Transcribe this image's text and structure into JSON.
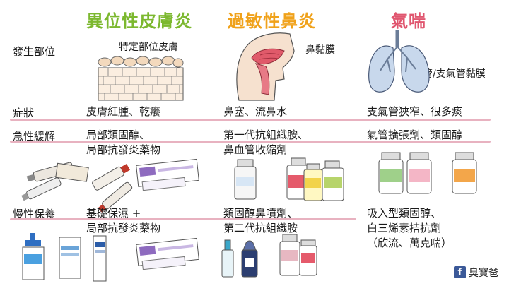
{
  "columns": [
    {
      "title": "異位性皮膚炎",
      "color": "#7cb82f"
    },
    {
      "title": "過敏性鼻炎",
      "color": "#f0a21b"
    },
    {
      "title": "氣喘",
      "color": "#e0566f"
    }
  ],
  "rows": {
    "site": {
      "label": "發生部位",
      "c1": "特定部位皮膚",
      "c2": "鼻黏膜",
      "c3": "氣管/支氣管黏膜"
    },
    "symptom": {
      "label": "症狀",
      "c1": "皮膚紅腫、乾癢",
      "c2": "鼻塞、流鼻水",
      "c3": "支氣管狹窄、很多痰"
    },
    "acute": {
      "label": "急性緩解",
      "c1": [
        "局部類固醇、",
        "局部抗發炎藥物"
      ],
      "c2": [
        "第一代抗組織胺、",
        "鼻血管收縮劑"
      ],
      "c3": [
        "氣管擴張劑、類固醇"
      ]
    },
    "chronic": {
      "label": "慢性保養",
      "c1": [
        "基礎保濕 +",
        "局部抗發炎藥物"
      ],
      "c2": [
        "類固醇鼻噴劑、",
        "第二代抗組織胺"
      ],
      "c3": [
        "吸入型類固醇、",
        "白三烯素拮抗劑",
        "（欣流、萬克喘）"
      ]
    }
  },
  "branding": {
    "icon": "facebook-icon",
    "name": "臭寶爸"
  },
  "colors": {
    "rule": "#e8b2c0",
    "skin": "#f5dcc0",
    "nose": "#e05a6a",
    "lung": "#c8d8ec"
  }
}
